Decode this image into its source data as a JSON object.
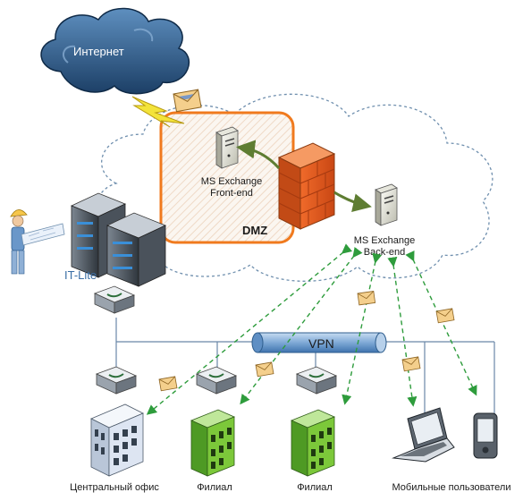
{
  "internet": {
    "label": "Интернет"
  },
  "dmz": {
    "label": "DMZ",
    "frontend": {
      "line1": "MS Exchange",
      "line2": "Front-end"
    }
  },
  "backend": {
    "line1": "MS Exchange",
    "line2": "Back-end"
  },
  "it_lite": {
    "label": "IT-Lite"
  },
  "vpn": {
    "label": "VPN"
  },
  "sites": {
    "central_office": "Центральный офис",
    "branch_1": "Филиал",
    "branch_2": "Филиал",
    "mobile_users": "Мобильные пользователи"
  },
  "colors": {
    "dmz_border": "#f07a1e",
    "dmz_label": "#e8731a",
    "arrow_green": "#2e9c3c",
    "link_green": "#6b8a3a",
    "vpn_pipe": "#2f6fb0",
    "branch_building": "#7cc83a",
    "office_building": "#dde5f2",
    "cloud_top": "#2a5d8f"
  }
}
